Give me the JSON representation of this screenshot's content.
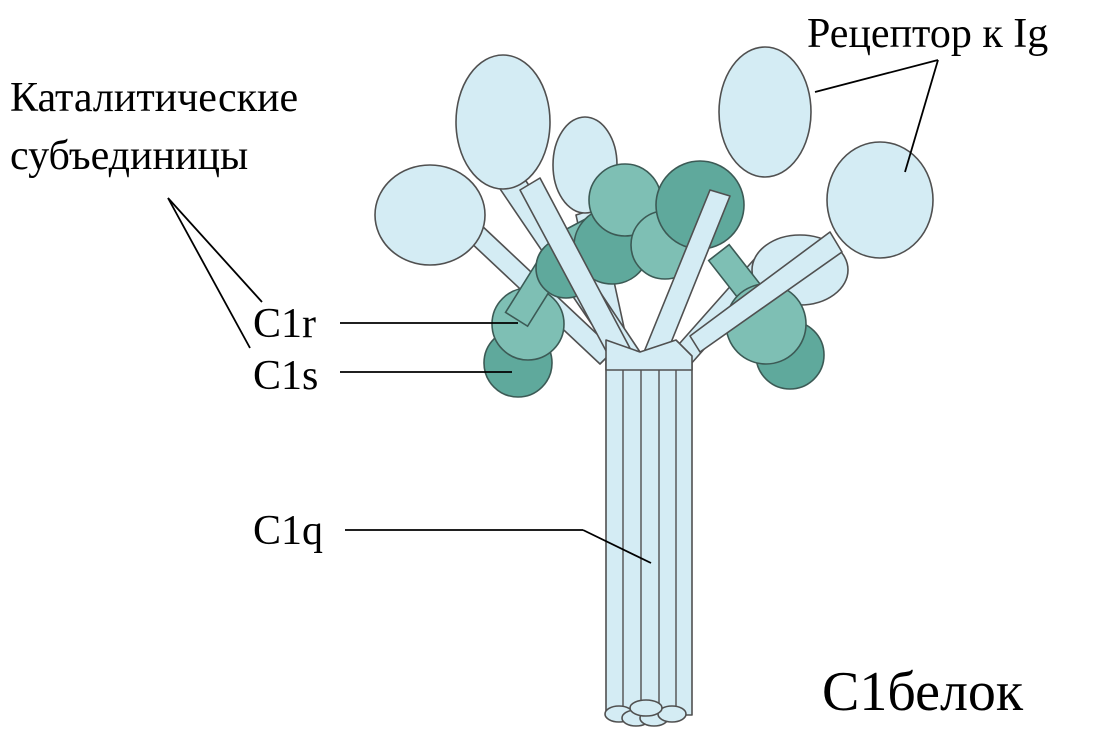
{
  "labels": {
    "catalytic_line1": "Каталитические",
    "catalytic_line2": "субъединицы",
    "receptor": "Рецептор к Ig",
    "c1r": "C1r",
    "c1s": "C1s",
    "c1q": "C1q",
    "protein": "C1белок"
  },
  "colors": {
    "receptor_head": "#d4ecf4",
    "catalytic_dark": "#5fa99c",
    "catalytic_mid": "#7ebfb4",
    "outline": "#505050",
    "text": "#000000"
  }
}
